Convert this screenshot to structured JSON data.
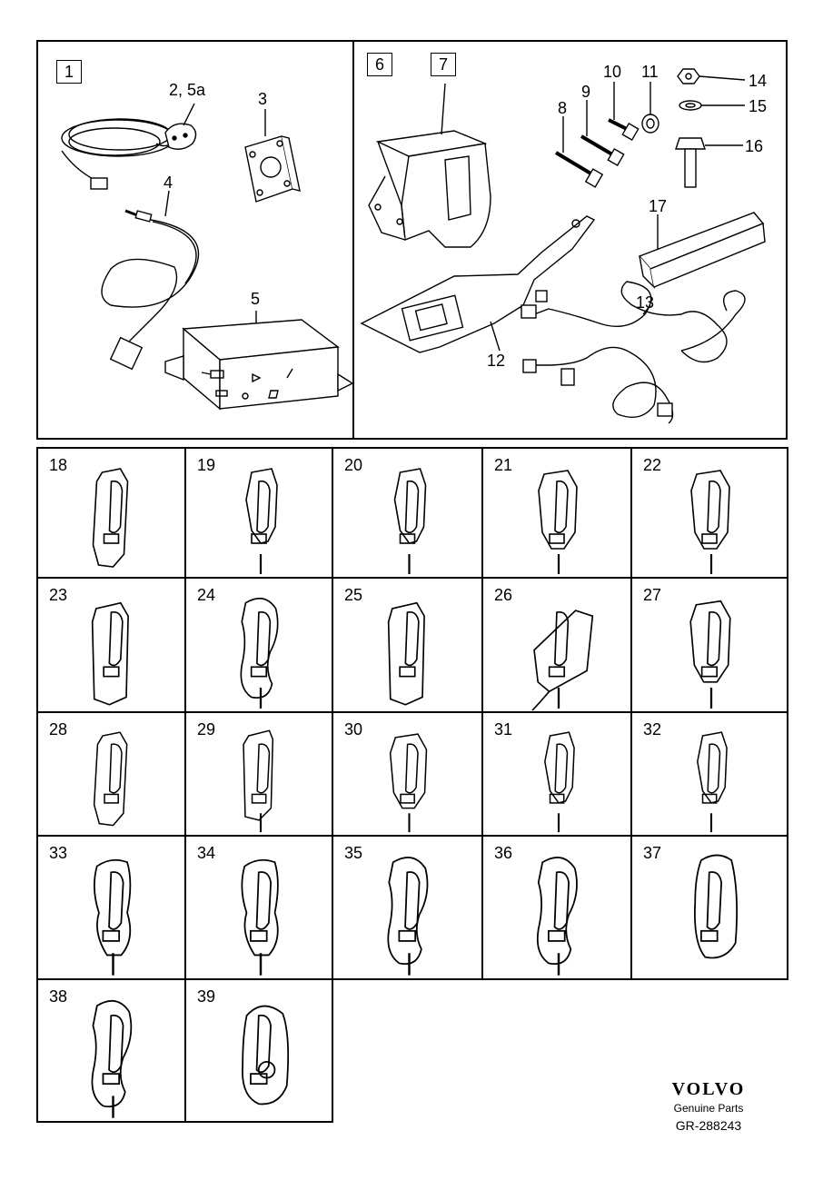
{
  "panel_left": {
    "box_label": "1",
    "labels": {
      "p2": "2, 5a",
      "p3": "3",
      "p4": "4",
      "p5": "5"
    }
  },
  "panel_right": {
    "box_labels": [
      "6",
      "7"
    ],
    "labels": {
      "p8": "8",
      "p9": "9",
      "p10": "10",
      "p11": "11",
      "p12": "12",
      "p13": "13",
      "p14": "14",
      "p15": "15",
      "p16": "16",
      "p17": "17"
    }
  },
  "holders": [
    {
      "id": "18",
      "style": "slim"
    },
    {
      "id": "19",
      "style": "hook"
    },
    {
      "id": "20",
      "style": "hook"
    },
    {
      "id": "21",
      "style": "wide"
    },
    {
      "id": "22",
      "style": "wide"
    },
    {
      "id": "23",
      "style": "boxy"
    },
    {
      "id": "24",
      "style": "curved"
    },
    {
      "id": "25",
      "style": "boxy"
    },
    {
      "id": "26",
      "style": "dock"
    },
    {
      "id": "27",
      "style": "wide"
    },
    {
      "id": "28",
      "style": "slim"
    },
    {
      "id": "29",
      "style": "clip"
    },
    {
      "id": "30",
      "style": "wide"
    },
    {
      "id": "31",
      "style": "hook"
    },
    {
      "id": "32",
      "style": "hook"
    },
    {
      "id": "33",
      "style": "cradle"
    },
    {
      "id": "34",
      "style": "cradle"
    },
    {
      "id": "35",
      "style": "curved"
    },
    {
      "id": "36",
      "style": "curved"
    },
    {
      "id": "37",
      "style": "round"
    },
    {
      "id": "38",
      "style": "curved"
    },
    {
      "id": "39",
      "style": "base"
    }
  ],
  "brand": {
    "logo": "VOLVO",
    "sub": "Genuine Parts",
    "code": "GR-288243"
  }
}
